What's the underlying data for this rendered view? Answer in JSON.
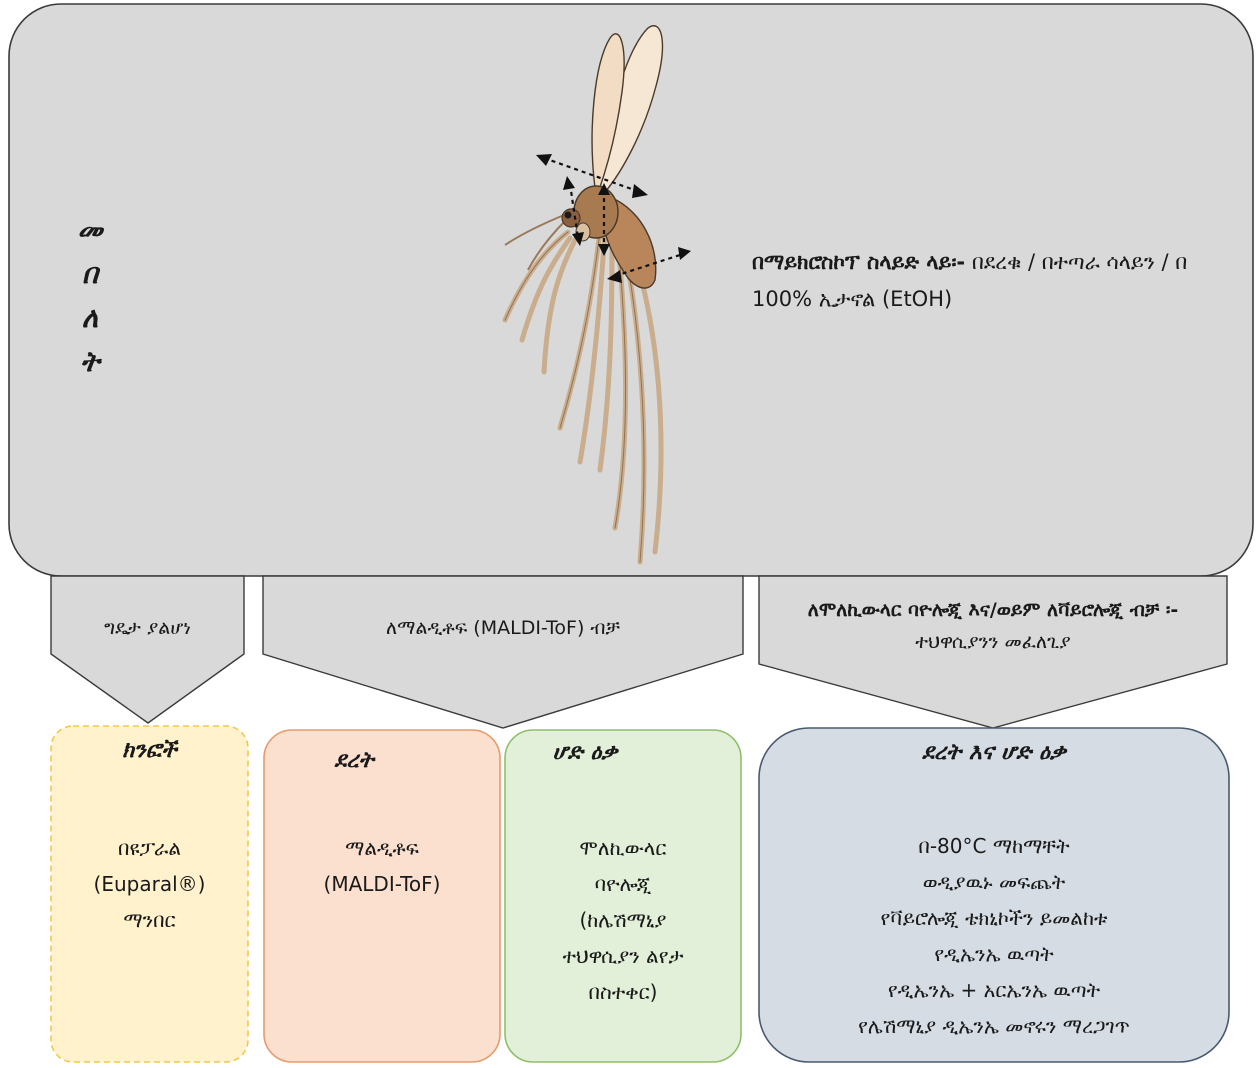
{
  "top_panel": {
    "vertical_title": [
      "መ",
      "በ",
      "ለ",
      "ት"
    ],
    "slide_note": {
      "bold": "በማይክሮስኮፕ ስላይድ ላይ፡-",
      "text": "በደረቁ / በተጣራ ሳላይን / በ 100% ኢታኖል (EtOH)"
    }
  },
  "arrows": {
    "left": "ግዴታ ያልሆነ",
    "middle": "ለማልዲቶፍ (MALDI-ToF)  ብቻ",
    "right_bold": "ለሞለኪውላር ባዮሎጂ እና/ወይም ለቫይሮሎጂ ብቻ ፡-",
    "right_text": "ተህዋሲያንን መፈለጊያ"
  },
  "boxes": {
    "limbs": {
      "title": "ክንፎች",
      "lines": [
        "በዩፓራል",
        "(Euparal®)",
        "ማንበር"
      ]
    },
    "thorax": {
      "title": "ደረት",
      "lines": [
        "ማልዲቶፍ",
        "(MALDI-ToF)"
      ]
    },
    "abdomen": {
      "title": "ሆድ ዕቃ",
      "lines": [
        "ሞለኪውላር",
        "ባዮሎጂ",
        "(ከሌሽማኒያ",
        "ተህዋሲያን ልየታ",
        "በስተቀር)"
      ]
    },
    "thorax_abdomen": {
      "title": "ደረት እና ሆድ ዕቃ",
      "lines": [
        "በ-80°C ማከማቸት",
        "ወዲያዉኑ መፍጨት",
        "የቫይሮሎጂ ቴክኒኮችን ይመልከቱ",
        "የዲኤንኤ ዉጣት",
        "የዲኤንኤ + አርኤንኤ ዉጣት",
        "የሌሽማኒያ ዲኤንኤ መኖሩን ማረጋገጥ"
      ]
    }
  },
  "colors": {
    "top_panel_fill": "#d9d9d9",
    "arrow_fill": "#d9d9d9",
    "limbs_fill": "#fff2cc",
    "limbs_border": "#f2c94c",
    "thorax_fill": "#fbe0cf",
    "thorax_border": "#e59b6b",
    "abdomen_fill": "#e2efd9",
    "abdomen_border": "#8fbf6a",
    "thorax_abdomen_fill": "#d6dce4",
    "thorax_abdomen_border": "#4a5a70",
    "insect_body": "#b8865a",
    "insect_legs": "#c9ad8c",
    "insect_wings": "#f6e6d4"
  },
  "icons": {
    "specimen": "sand-fly-illustration",
    "cut_markers": "dashed-double-arrow-icon"
  }
}
